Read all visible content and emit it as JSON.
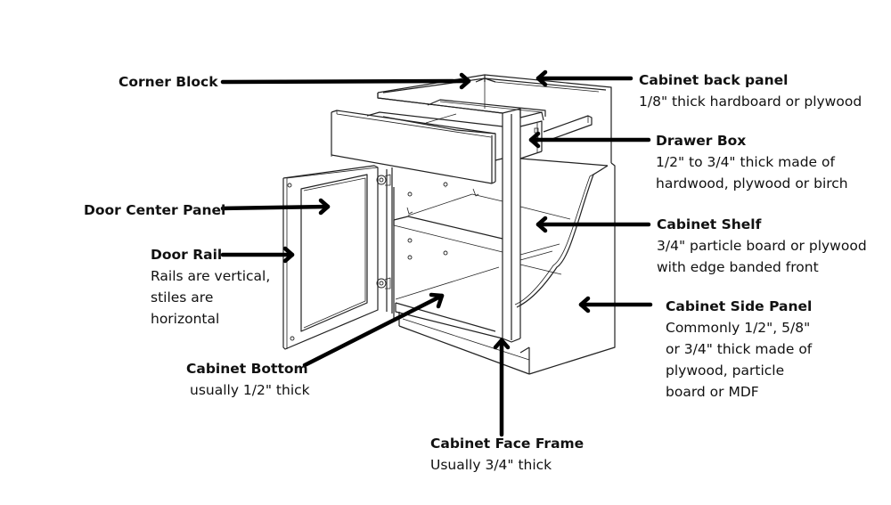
{
  "diagram": {
    "subject": "Base cabinet anatomy",
    "labels": {
      "corner_block": {
        "title": "Corner Block"
      },
      "back_panel": {
        "title": "Cabinet back panel",
        "lines": [
          "1/8\" thick hardboard or plywood"
        ]
      },
      "drawer_box": {
        "title": "Drawer Box",
        "lines": [
          "1/2\" to 3/4\" thick made of",
          "hardwood, plywood or birch"
        ]
      },
      "door_center_panel": {
        "title": "Door Center Panel"
      },
      "cabinet_shelf": {
        "title": "Cabinet Shelf",
        "lines": [
          "3/4\" particle board or plywood",
          "with edge banded front"
        ]
      },
      "door_rail": {
        "title": "Door Rail",
        "lines": [
          "Rails are vertical,",
          "stiles are",
          "horizontal"
        ]
      },
      "side_panel": {
        "title": "Cabinet Side Panel",
        "lines": [
          "Commonly 1/2\", 5/8\"",
          "or 3/4\" thick made of",
          "plywood, particle",
          "board or MDF"
        ]
      },
      "cabinet_bottom": {
        "title": "Cabinet Bottom",
        "lines": [
          "usually 1/2\" thick"
        ]
      },
      "face_frame": {
        "title": "Cabinet Face Frame",
        "lines": [
          "Usually 3/4\" thick"
        ]
      }
    },
    "colors": {
      "line": "#222222",
      "arrow": "#000000",
      "background": "#ffffff"
    }
  }
}
